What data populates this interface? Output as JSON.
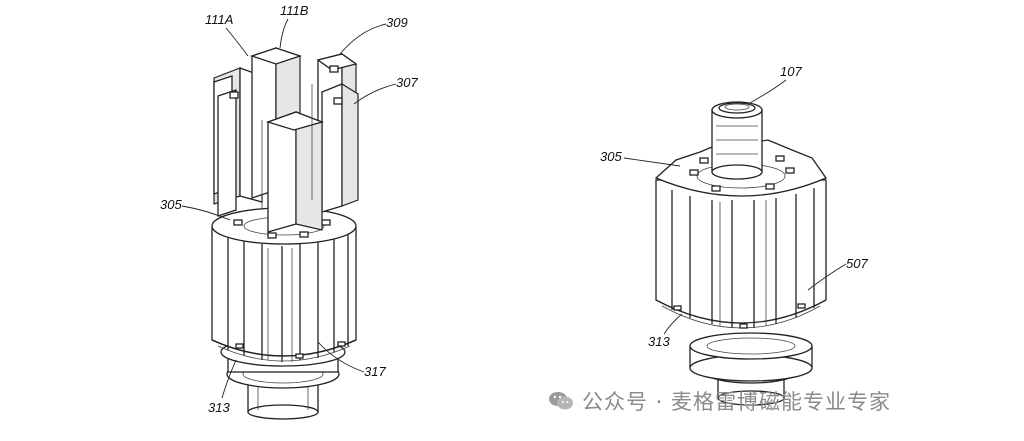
{
  "figures": [
    {
      "labels": [
        "111A",
        "111B",
        "309",
        "307",
        "305",
        "317",
        "313"
      ]
    },
    {
      "labels": [
        "107",
        "305",
        "507",
        "313"
      ]
    }
  ],
  "watermark": {
    "text": "公众号 · 麦格雷博磁能专业专家",
    "icon": "wechat-icon"
  }
}
